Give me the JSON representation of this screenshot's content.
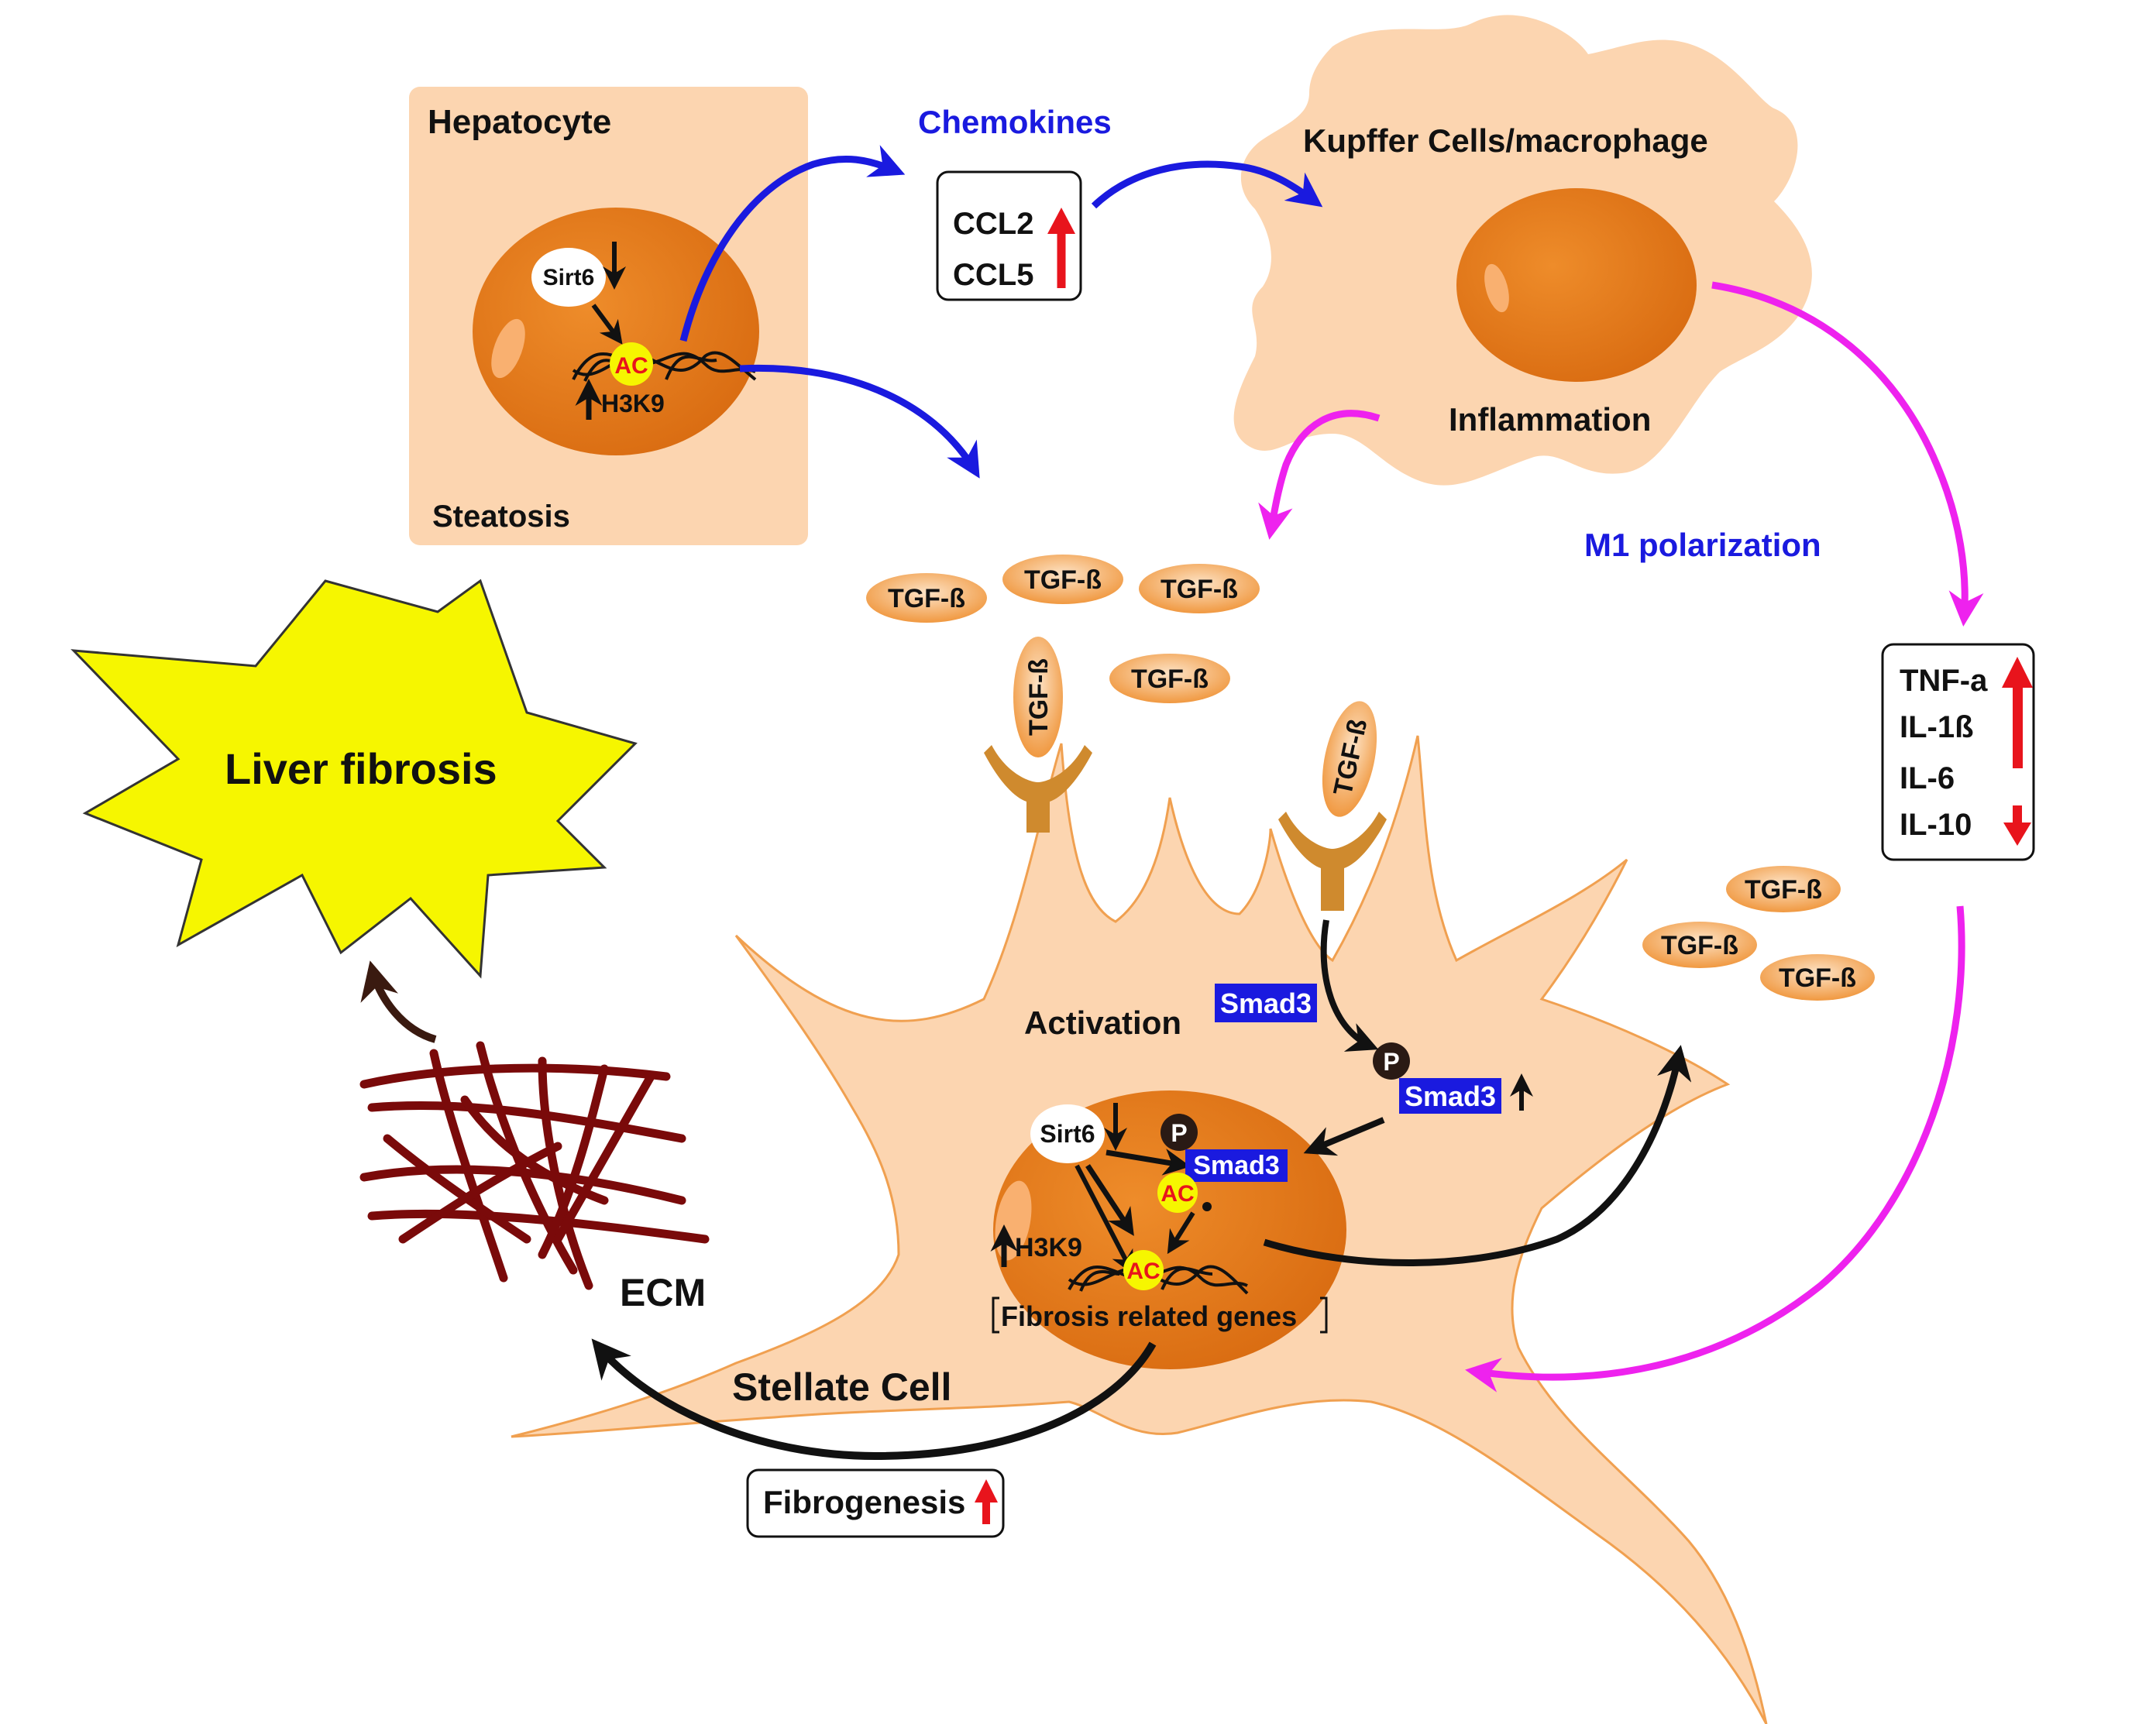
{
  "hepatocyte": {
    "title": "Hepatocyte",
    "footer": "Steatosis",
    "sirt6": "Sirt6",
    "ac": "AC",
    "h3k9": "H3K9"
  },
  "chemokines": {
    "heading": "Chemokines",
    "items": [
      "CCL2",
      "CCL5"
    ]
  },
  "kupffer": {
    "title": "Kupffer Cells/macrophage",
    "inflammation": "Inflammation"
  },
  "m1_label": "M1 polarization",
  "cytokines": {
    "items": [
      "TNF-a",
      "IL-1ß",
      "IL-6",
      "IL-10"
    ]
  },
  "tgf_label": "TGF-ß",
  "stellate": {
    "title": "Stellate Cell",
    "activation": "Activation",
    "sirt6": "Sirt6",
    "smad3": "Smad3",
    "p": "P",
    "ac": "AC",
    "h3k9": "H3K9",
    "genes": "Fibrosis related genes"
  },
  "outcome": {
    "fibrosis": "Liver fibrosis",
    "ecm": "ECM",
    "fibrogenesis": "Fibrogenesis"
  },
  "colors": {
    "cell_fill": "#fcd5b0",
    "cell_stroke": "#f0a050",
    "nucleus": "#e57a1a",
    "blue_arrow": "#1a1adf",
    "magenta_arrow": "#ee22ee",
    "red_arrow": "#e8141c",
    "smad_box": "#1a1adf",
    "star_fill": "#f6f600",
    "ecm_fiber": "#7a0a0a"
  }
}
